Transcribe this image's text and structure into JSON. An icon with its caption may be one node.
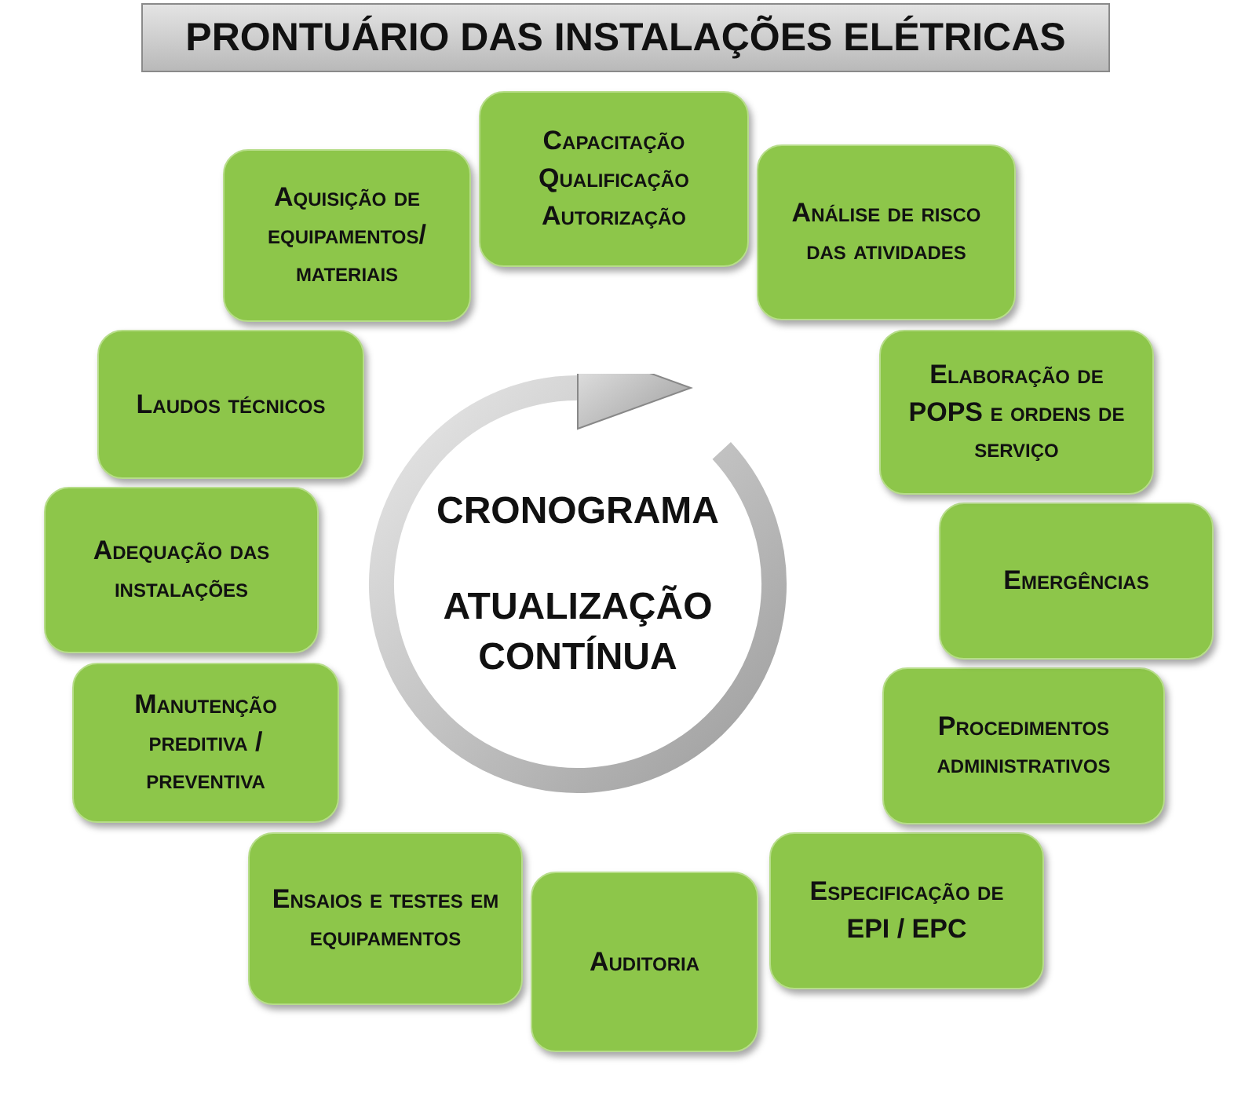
{
  "diagram": {
    "title": "PRONTUÁRIO DAS INSTALAÇÕES ELÉTRICAS",
    "nodes": [
      {
        "text": [
          "Capacitação Qualificação Autorização"
        ]
      },
      {
        "text": [
          "Análise de risco das atividades"
        ]
      },
      {
        "text": [
          "Elaboração de POPS e ordens de serviço"
        ]
      },
      {
        "text": [
          "Emergências"
        ]
      },
      {
        "text": [
          "Procedimentos administrativos"
        ]
      },
      {
        "text": [
          "Especificação de EPI / EPC"
        ]
      },
      {
        "text": [
          "Auditoria"
        ]
      },
      {
        "text": [
          "Ensaios e testes em equipamentos"
        ]
      },
      {
        "text": [
          "Manutenção preditiva / preventiva"
        ]
      },
      {
        "text": [
          "Adequação das instalações"
        ]
      },
      {
        "text": [
          "Laudos técnicos"
        ]
      },
      {
        "text": [
          "Aquisição de equipamentos/ materiais"
        ]
      },
      {
        "text": [
          "CRONOGRAMA",
          "ATUALIZAÇÃO CONTÍNUA"
        ]
      }
    ]
  }
}
